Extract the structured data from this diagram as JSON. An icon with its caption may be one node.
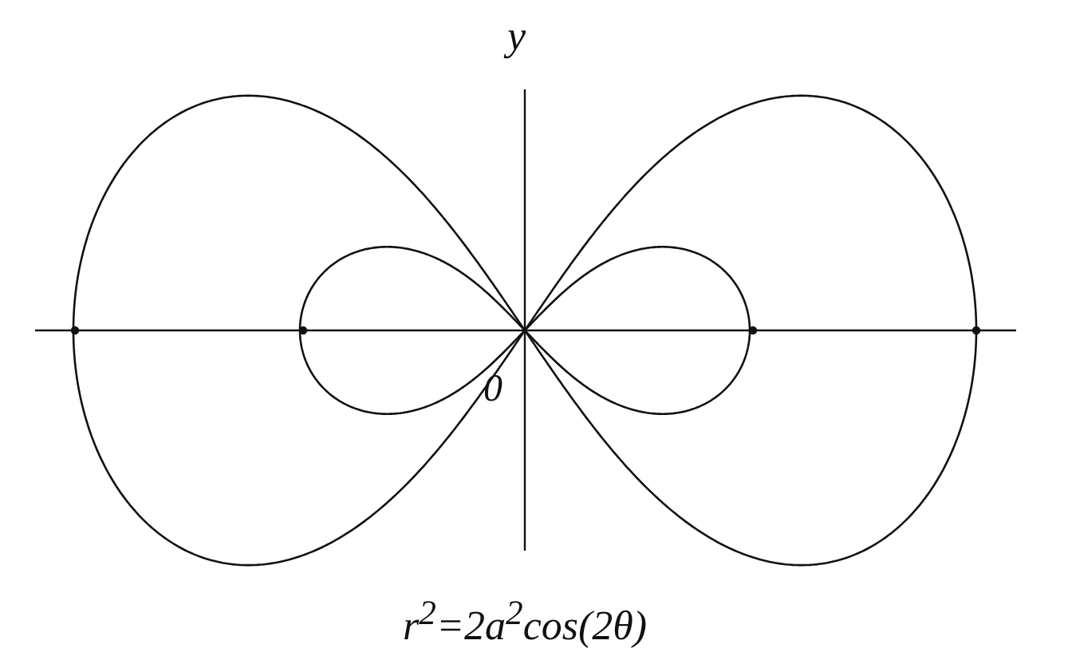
{
  "diagram": {
    "caption": "r$^{2}$=2a$^{2}$cos(2θ)",
    "labels": [
      "y",
      "0"
    ]
  }
}
